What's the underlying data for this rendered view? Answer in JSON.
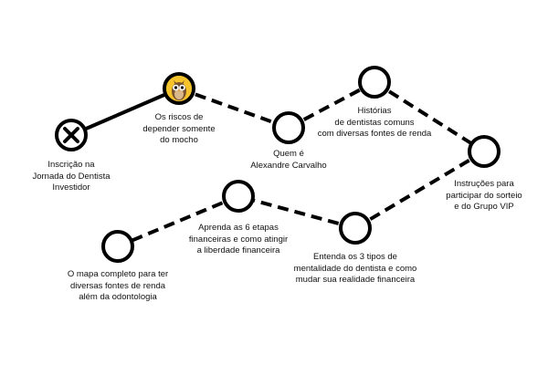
{
  "steps": [
    {
      "id": "inscricao",
      "status": "done",
      "icon": "x-mark-icon",
      "lines": [
        "Inscrição na",
        "Jornada do Dentista",
        "Investidor"
      ]
    },
    {
      "id": "riscos",
      "status": "current",
      "icon": "owl-icon",
      "lines": [
        "Os riscos de",
        "depender somente",
        "do mocho"
      ]
    },
    {
      "id": "quem",
      "status": "pending",
      "lines": [
        "Quem é",
        "Alexandre Carvalho"
      ]
    },
    {
      "id": "historias",
      "status": "pending",
      "lines": [
        "Histórias",
        "de dentistas comuns",
        "com diversas fontes de renda"
      ]
    },
    {
      "id": "instrucoes",
      "status": "pending",
      "lines": [
        "Instruções para",
        "participar do sorteio",
        "e do Grupo VIP"
      ]
    },
    {
      "id": "tipos",
      "status": "pending",
      "lines": [
        "Entenda os 3 tipos de",
        "mentalidade do dentista e como",
        "mudar sua realidade financeira"
      ]
    },
    {
      "id": "etapas",
      "status": "pending",
      "lines": [
        "Aprenda as 6 etapas",
        "financeiras e como atingir",
        "a liberdade financeira"
      ]
    },
    {
      "id": "mapa",
      "status": "pending",
      "lines": [
        "O mapa completo para ter",
        "diversas fontes de renda",
        "além da odontologia"
      ]
    }
  ]
}
